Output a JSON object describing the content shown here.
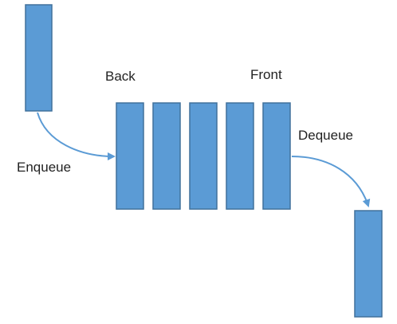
{
  "labels": {
    "back": "Back",
    "front": "Front",
    "enqueue": "Enqueue",
    "dequeue": "Dequeue"
  },
  "queue": {
    "slot_count": 5
  },
  "colors": {
    "block_fill": "#5B9BD5",
    "block_stroke": "#41719C",
    "arrow": "#5B9BD5",
    "text": "#222222"
  }
}
